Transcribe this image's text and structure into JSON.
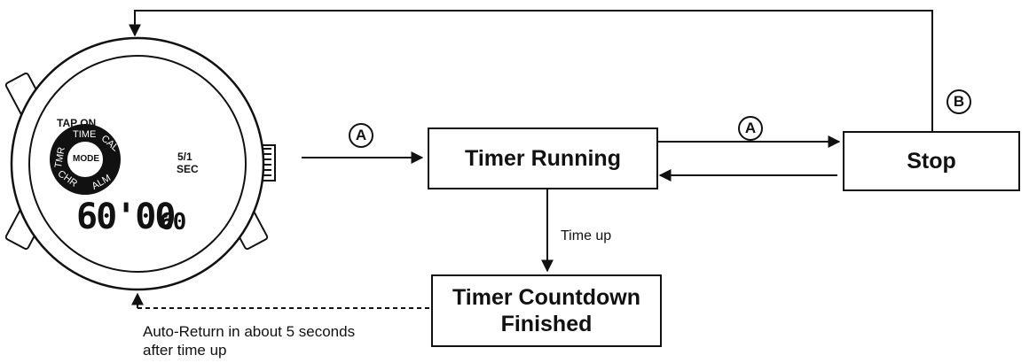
{
  "watch": {
    "tap_label": "TAP ON",
    "mode_center": "MODE",
    "ring_labels": {
      "tmr": "TMR",
      "time": "TIME",
      "cal": "CAL",
      "alm": "ALM",
      "chr": "CHR"
    },
    "rate_line1": "5/1",
    "rate_line2": "SEC",
    "display_main": "60'00",
    "display_small": "60"
  },
  "states": {
    "running": "Timer Running",
    "stop": "Stop",
    "finished_line1": "Timer Countdown",
    "finished_line2": "Finished"
  },
  "buttons": {
    "a": "A",
    "b": "B"
  },
  "transitions": {
    "time_up": "Time up",
    "auto_return_line1": "Auto-Return in about 5 seconds",
    "auto_return_line2": "after time up"
  }
}
